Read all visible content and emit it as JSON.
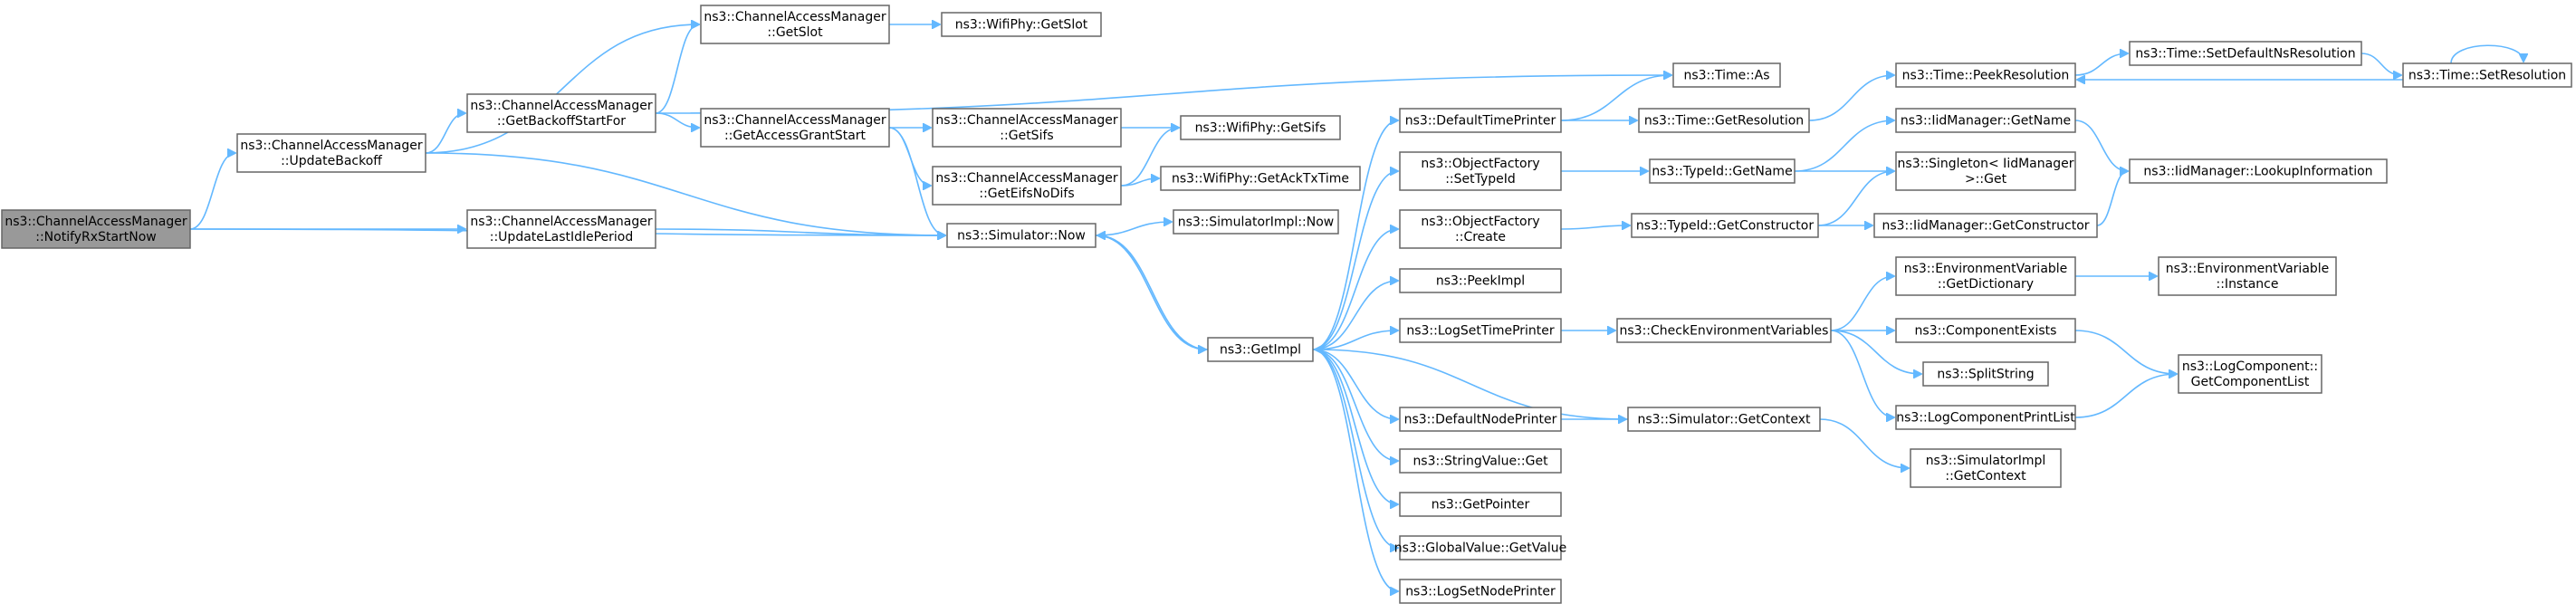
{
  "nodes": [
    {
      "id": "n0",
      "lines": [
        "ns3::ChannelAccessManager",
        "::NotifyRxStartNow"
      ],
      "root": true
    },
    {
      "id": "n1",
      "lines": [
        "ns3::ChannelAccessManager",
        "::UpdateBackoff"
      ]
    },
    {
      "id": "n2",
      "lines": [
        "ns3::ChannelAccessManager",
        "::UpdateLastIdlePeriod"
      ]
    },
    {
      "id": "n3",
      "lines": [
        "ns3::Simulator::Now"
      ]
    },
    {
      "id": "n4",
      "lines": [
        "ns3::ChannelAccessManager",
        "::GetBackoffStartFor"
      ]
    },
    {
      "id": "n5",
      "lines": [
        "ns3::ChannelAccessManager",
        "::GetSlot"
      ]
    },
    {
      "id": "n6",
      "lines": [
        "ns3::WifiPhy::GetSlot"
      ]
    },
    {
      "id": "n7",
      "lines": [
        "ns3::Time::As"
      ]
    },
    {
      "id": "n8",
      "lines": [
        "ns3::ChannelAccessManager",
        "::GetAccessGrantStart"
      ]
    },
    {
      "id": "n9",
      "lines": [
        "ns3::ChannelAccessManager",
        "::GetSifs"
      ]
    },
    {
      "id": "n10",
      "lines": [
        "ns3::WifiPhy::GetSifs"
      ]
    },
    {
      "id": "n11",
      "lines": [
        "ns3::ChannelAccessManager",
        "::GetEifsNoDifs"
      ]
    },
    {
      "id": "n12",
      "lines": [
        "ns3::WifiPhy::GetAckTxTime"
      ]
    },
    {
      "id": "n13",
      "lines": [
        "ns3::SimulatorImpl::Now"
      ]
    },
    {
      "id": "n14",
      "lines": [
        "ns3::GetImpl"
      ]
    },
    {
      "id": "n15",
      "lines": [
        "ns3::DefaultTimePrinter"
      ]
    },
    {
      "id": "n16",
      "lines": [
        "ns3::ObjectFactory",
        "::SetTypeId"
      ]
    },
    {
      "id": "n17",
      "lines": [
        "ns3::ObjectFactory",
        "::Create"
      ]
    },
    {
      "id": "n18",
      "lines": [
        "ns3::PeekImpl"
      ]
    },
    {
      "id": "n19",
      "lines": [
        "ns3::LogSetTimePrinter"
      ]
    },
    {
      "id": "n20",
      "lines": [
        "ns3::DefaultNodePrinter"
      ]
    },
    {
      "id": "n21",
      "lines": [
        "ns3::StringValue::Get"
      ]
    },
    {
      "id": "n22",
      "lines": [
        "ns3::GetPointer"
      ]
    },
    {
      "id": "n23",
      "lines": [
        "ns3::GlobalValue::GetValue"
      ]
    },
    {
      "id": "n24",
      "lines": [
        "ns3::LogSetNodePrinter"
      ]
    },
    {
      "id": "n25",
      "lines": [
        "ns3::Time::GetResolution"
      ]
    },
    {
      "id": "n26",
      "lines": [
        "ns3::Time::PeekResolution"
      ]
    },
    {
      "id": "n27",
      "lines": [
        "ns3::Time::SetDefaultNsResolution"
      ]
    },
    {
      "id": "n28",
      "lines": [
        "ns3::Time::SetResolution"
      ]
    },
    {
      "id": "n29",
      "lines": [
        "ns3::TypeId::GetName"
      ]
    },
    {
      "id": "n30",
      "lines": [
        "ns3::IidManager::GetName"
      ]
    },
    {
      "id": "n31",
      "lines": [
        "ns3::Singleton< IidManager",
        " >::Get"
      ]
    },
    {
      "id": "n32",
      "lines": [
        "ns3::IidManager::LookupInformation"
      ]
    },
    {
      "id": "n33",
      "lines": [
        "ns3::TypeId::GetConstructor"
      ]
    },
    {
      "id": "n34",
      "lines": [
        "ns3::IidManager::GetConstructor"
      ]
    },
    {
      "id": "n35",
      "lines": [
        "ns3::CheckEnvironmentVariables"
      ]
    },
    {
      "id": "n36",
      "lines": [
        "ns3::EnvironmentVariable",
        "::GetDictionary"
      ]
    },
    {
      "id": "n37",
      "lines": [
        "ns3::EnvironmentVariable",
        "::Instance"
      ]
    },
    {
      "id": "n38",
      "lines": [
        "ns3::ComponentExists"
      ]
    },
    {
      "id": "n39",
      "lines": [
        "ns3::SplitString"
      ]
    },
    {
      "id": "n40",
      "lines": [
        "ns3::LogComponentPrintList"
      ]
    },
    {
      "id": "n41",
      "lines": [
        "ns3::LogComponent::",
        "GetComponentList"
      ]
    },
    {
      "id": "n42",
      "lines": [
        "ns3::Simulator::GetContext"
      ]
    },
    {
      "id": "n43",
      "lines": [
        "ns3::SimulatorImpl",
        "::GetContext"
      ]
    }
  ],
  "edges": [
    [
      "n0",
      "n1"
    ],
    [
      "n0",
      "n2"
    ],
    [
      "n0",
      "n3"
    ],
    [
      "n1",
      "n4"
    ],
    [
      "n1",
      "n5"
    ],
    [
      "n1",
      "n3"
    ],
    [
      "n2",
      "n3"
    ],
    [
      "n4",
      "n5"
    ],
    [
      "n4",
      "n7"
    ],
    [
      "n4",
      "n8"
    ],
    [
      "n5",
      "n6"
    ],
    [
      "n8",
      "n9"
    ],
    [
      "n8",
      "n11"
    ],
    [
      "n8",
      "n3"
    ],
    [
      "n9",
      "n10"
    ],
    [
      "n11",
      "n10"
    ],
    [
      "n11",
      "n12"
    ],
    [
      "n3",
      "n13"
    ],
    [
      "n3",
      "n14"
    ],
    [
      "n14",
      "n15"
    ],
    [
      "n14",
      "n16"
    ],
    [
      "n14",
      "n17"
    ],
    [
      "n14",
      "n18"
    ],
    [
      "n14",
      "n19"
    ],
    [
      "n14",
      "n20"
    ],
    [
      "n14",
      "n21"
    ],
    [
      "n14",
      "n22"
    ],
    [
      "n14",
      "n23"
    ],
    [
      "n14",
      "n24"
    ],
    [
      "n14",
      "n3"
    ],
    [
      "n15",
      "n7"
    ],
    [
      "n15",
      "n25"
    ],
    [
      "n25",
      "n26"
    ],
    [
      "n26",
      "n27"
    ],
    [
      "n27",
      "n28"
    ],
    [
      "n28",
      "n26"
    ],
    [
      "n28",
      "n28"
    ],
    [
      "n16",
      "n29"
    ],
    [
      "n29",
      "n30"
    ],
    [
      "n29",
      "n31"
    ],
    [
      "n30",
      "n32"
    ],
    [
      "n17",
      "n33"
    ],
    [
      "n33",
      "n31"
    ],
    [
      "n33",
      "n34"
    ],
    [
      "n34",
      "n32"
    ],
    [
      "n19",
      "n35"
    ],
    [
      "n35",
      "n36"
    ],
    [
      "n35",
      "n38"
    ],
    [
      "n35",
      "n39"
    ],
    [
      "n35",
      "n40"
    ],
    [
      "n36",
      "n37"
    ],
    [
      "n38",
      "n41"
    ],
    [
      "n40",
      "n41"
    ],
    [
      "n20",
      "n42"
    ],
    [
      "n42",
      "n14"
    ],
    [
      "n42",
      "n43"
    ]
  ],
  "colors": {
    "edge": "#63b8ff",
    "node_border": "#666666",
    "root_fill": "#999999",
    "node_fill": "#ffffff"
  }
}
